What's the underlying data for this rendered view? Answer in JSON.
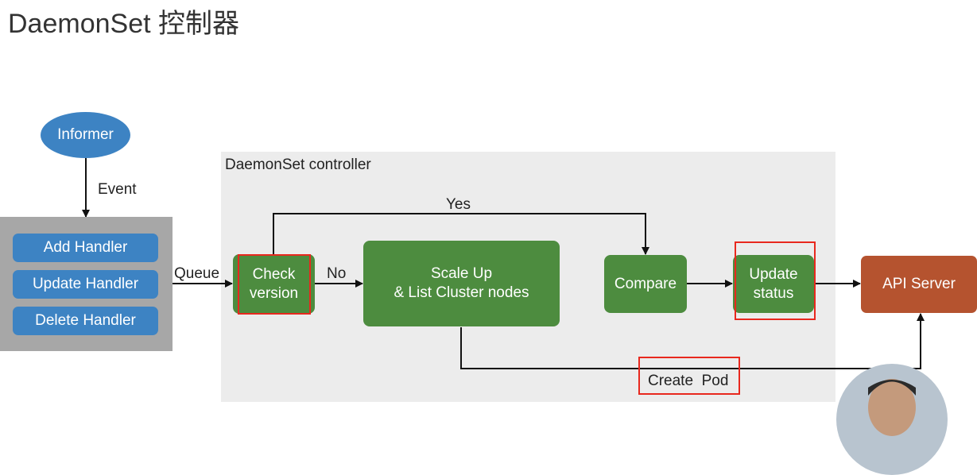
{
  "title": "DaemonSet 控制器",
  "controller_label": "DaemonSet controller",
  "nodes": {
    "informer": "Informer",
    "handlers": [
      "Add Handler",
      "Update Handler",
      "Delete Handler"
    ],
    "check_version": "Check\nversion",
    "scale_up": "Scale Up\n& List Cluster nodes",
    "compare": "Compare",
    "update_status": "Update\nstatus",
    "api_server": "API Server"
  },
  "edge_labels": {
    "event": "Event",
    "queue": "Queue",
    "no": "No",
    "yes": "Yes",
    "create_pod": "Create  Pod"
  },
  "colors": {
    "green_box": "#4d8c3f",
    "blue_box": "#3d83c3",
    "api_box": "#b5532f",
    "highlight": "#e8281e"
  }
}
